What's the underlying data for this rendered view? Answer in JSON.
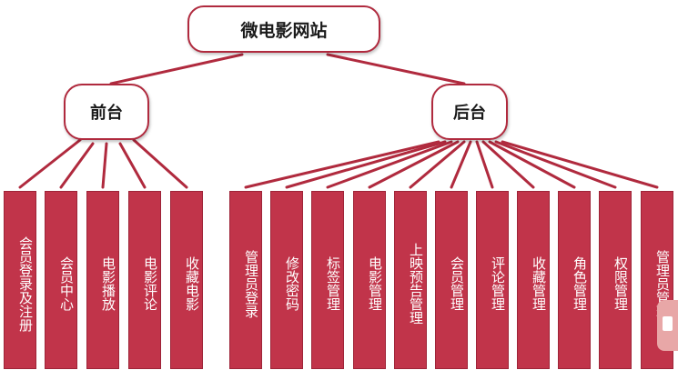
{
  "title": "微电影网站",
  "branches": [
    {
      "label": "前台",
      "items": [
        "会员登录及注册",
        "会员中心",
        "电影播放",
        "电影评论",
        "收藏电影"
      ]
    },
    {
      "label": "后台",
      "items": [
        "管理员登录",
        "修改密码",
        "标签管理",
        "电影管理",
        "上映预告管理",
        "会员管理",
        "评论管理",
        "收藏管理",
        "角色管理",
        "权限管理",
        "管理员管理"
      ]
    }
  ],
  "colors": {
    "accent": "#b02a3e",
    "leaf_fill": "#c1344a",
    "connector": "#b02a3e"
  }
}
